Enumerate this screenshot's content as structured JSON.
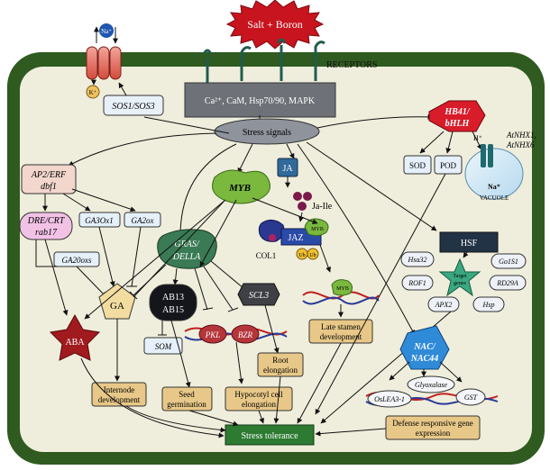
{
  "top": {
    "stimulus": "Salt + Boron",
    "receptors": "RECEPTORS"
  },
  "membrane": {
    "box": "Ca²⁺, CaM, Hsp70/90, MAPK",
    "ion_na": "Na⁺",
    "ion_k": "K⁺",
    "sos": "SOS1/SOS3"
  },
  "center": {
    "stress_signals": "Stress signals",
    "stress_tolerance": "Stress tolerance"
  },
  "left": {
    "ap2": "AP2/ERF",
    "dbf1": "dbf1",
    "dre": "DRE/CRT",
    "rab17": "rab17",
    "ga3ox1": "GA3Ox1",
    "ga2ox": "GA2ox",
    "ga20ox": "GA20oxs",
    "ga": "GA",
    "aba": "ABA",
    "internode": [
      "Internode",
      "development"
    ]
  },
  "middle": {
    "myb": "MYB",
    "gras": "GRAS/",
    "della": "DELLA",
    "ab13": "AB13",
    "ab15": "AB15",
    "som": "SOM",
    "pkl": "PKL",
    "bzr": "BZR",
    "scl3": "SCL3",
    "seed": [
      "Seed",
      "germination"
    ],
    "hypocotyl": [
      "Hypocotyl cell",
      "elongation"
    ],
    "root": [
      "Root",
      "elongation"
    ]
  },
  "ja": {
    "ja": "JA",
    "jaile": "Ja-Ile",
    "jaz": "JAZ",
    "myb_small": "MYB",
    "col1": "COL1",
    "ub": "Ub",
    "stamen": [
      "Late stamen",
      "development"
    ],
    "myb_small2": "MYB"
  },
  "right": {
    "hb41": "HB41/",
    "bhlh": "bHLH",
    "sod": "SOD",
    "pod": "POD",
    "atnhx1": "AtNHX1,",
    "atnhx6": "AtNHX6",
    "h_ion": "H⁺",
    "na_ion": "Na⁺",
    "vacuole": "VACUOLE",
    "hsf": "HSF",
    "hsa32": "Hsa32",
    "go1s1": "Go1S1",
    "rof1": "ROF1",
    "rd29a": "RD29A",
    "apx2": "APX2",
    "hsp": "Hsp",
    "target": [
      "Target",
      "genes"
    ],
    "nac": "NAC/",
    "nac44": "NAC44",
    "oslea": "OsLEA3-1",
    "glyox": "Glyoxalase",
    "gst": "GST",
    "defense": [
      "Defense responsive gene",
      "expression"
    ]
  },
  "colors": {
    "cell_wall": "#2f5a20",
    "cytoplasm": "#efeedc",
    "starburst": "#c8141e",
    "signal_box": "#6e7278",
    "myb": "#7ab83e",
    "ga_pent": "#f2dca0",
    "aba_star": "#a01a1e",
    "tan_box": "#e8c888",
    "green_box": "#2d7a32",
    "nac": "#2f8ad8",
    "hb41": "#d91c2a",
    "hsf": "#223346",
    "dre": "#f2c2e6"
  }
}
